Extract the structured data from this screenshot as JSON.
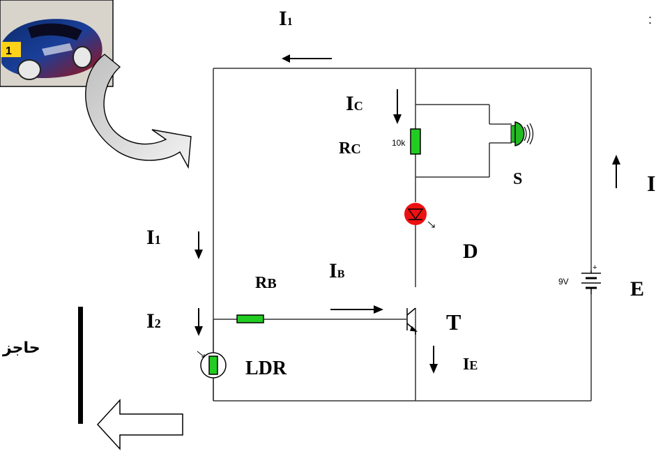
{
  "labels": {
    "i1_top": {
      "main": "I",
      "sub": "1"
    },
    "ic": {
      "main": "I",
      "sub": "C"
    },
    "rc": {
      "main": "R",
      "sub": "C"
    },
    "rc_value": "10k",
    "s": "S",
    "i_right": "I",
    "i1_left": {
      "main": "I",
      "sub": "1"
    },
    "d": "D",
    "rb": {
      "main": "R",
      "sub": "B"
    },
    "ib": {
      "main": "I",
      "sub": "B"
    },
    "battery_value": "9V",
    "battery_plus": "+",
    "e": "E",
    "t": "T",
    "i2": {
      "main": "I",
      "sub": "2"
    },
    "barrier": "حاجز",
    "ldr": "LDR",
    "ie": {
      "main": "I",
      "sub": "E"
    },
    "colon": ":"
  },
  "colors": {
    "resistor": "#22cc22",
    "led": "#ee1111",
    "buzzer": "#22bb22",
    "wire": "#333333"
  }
}
